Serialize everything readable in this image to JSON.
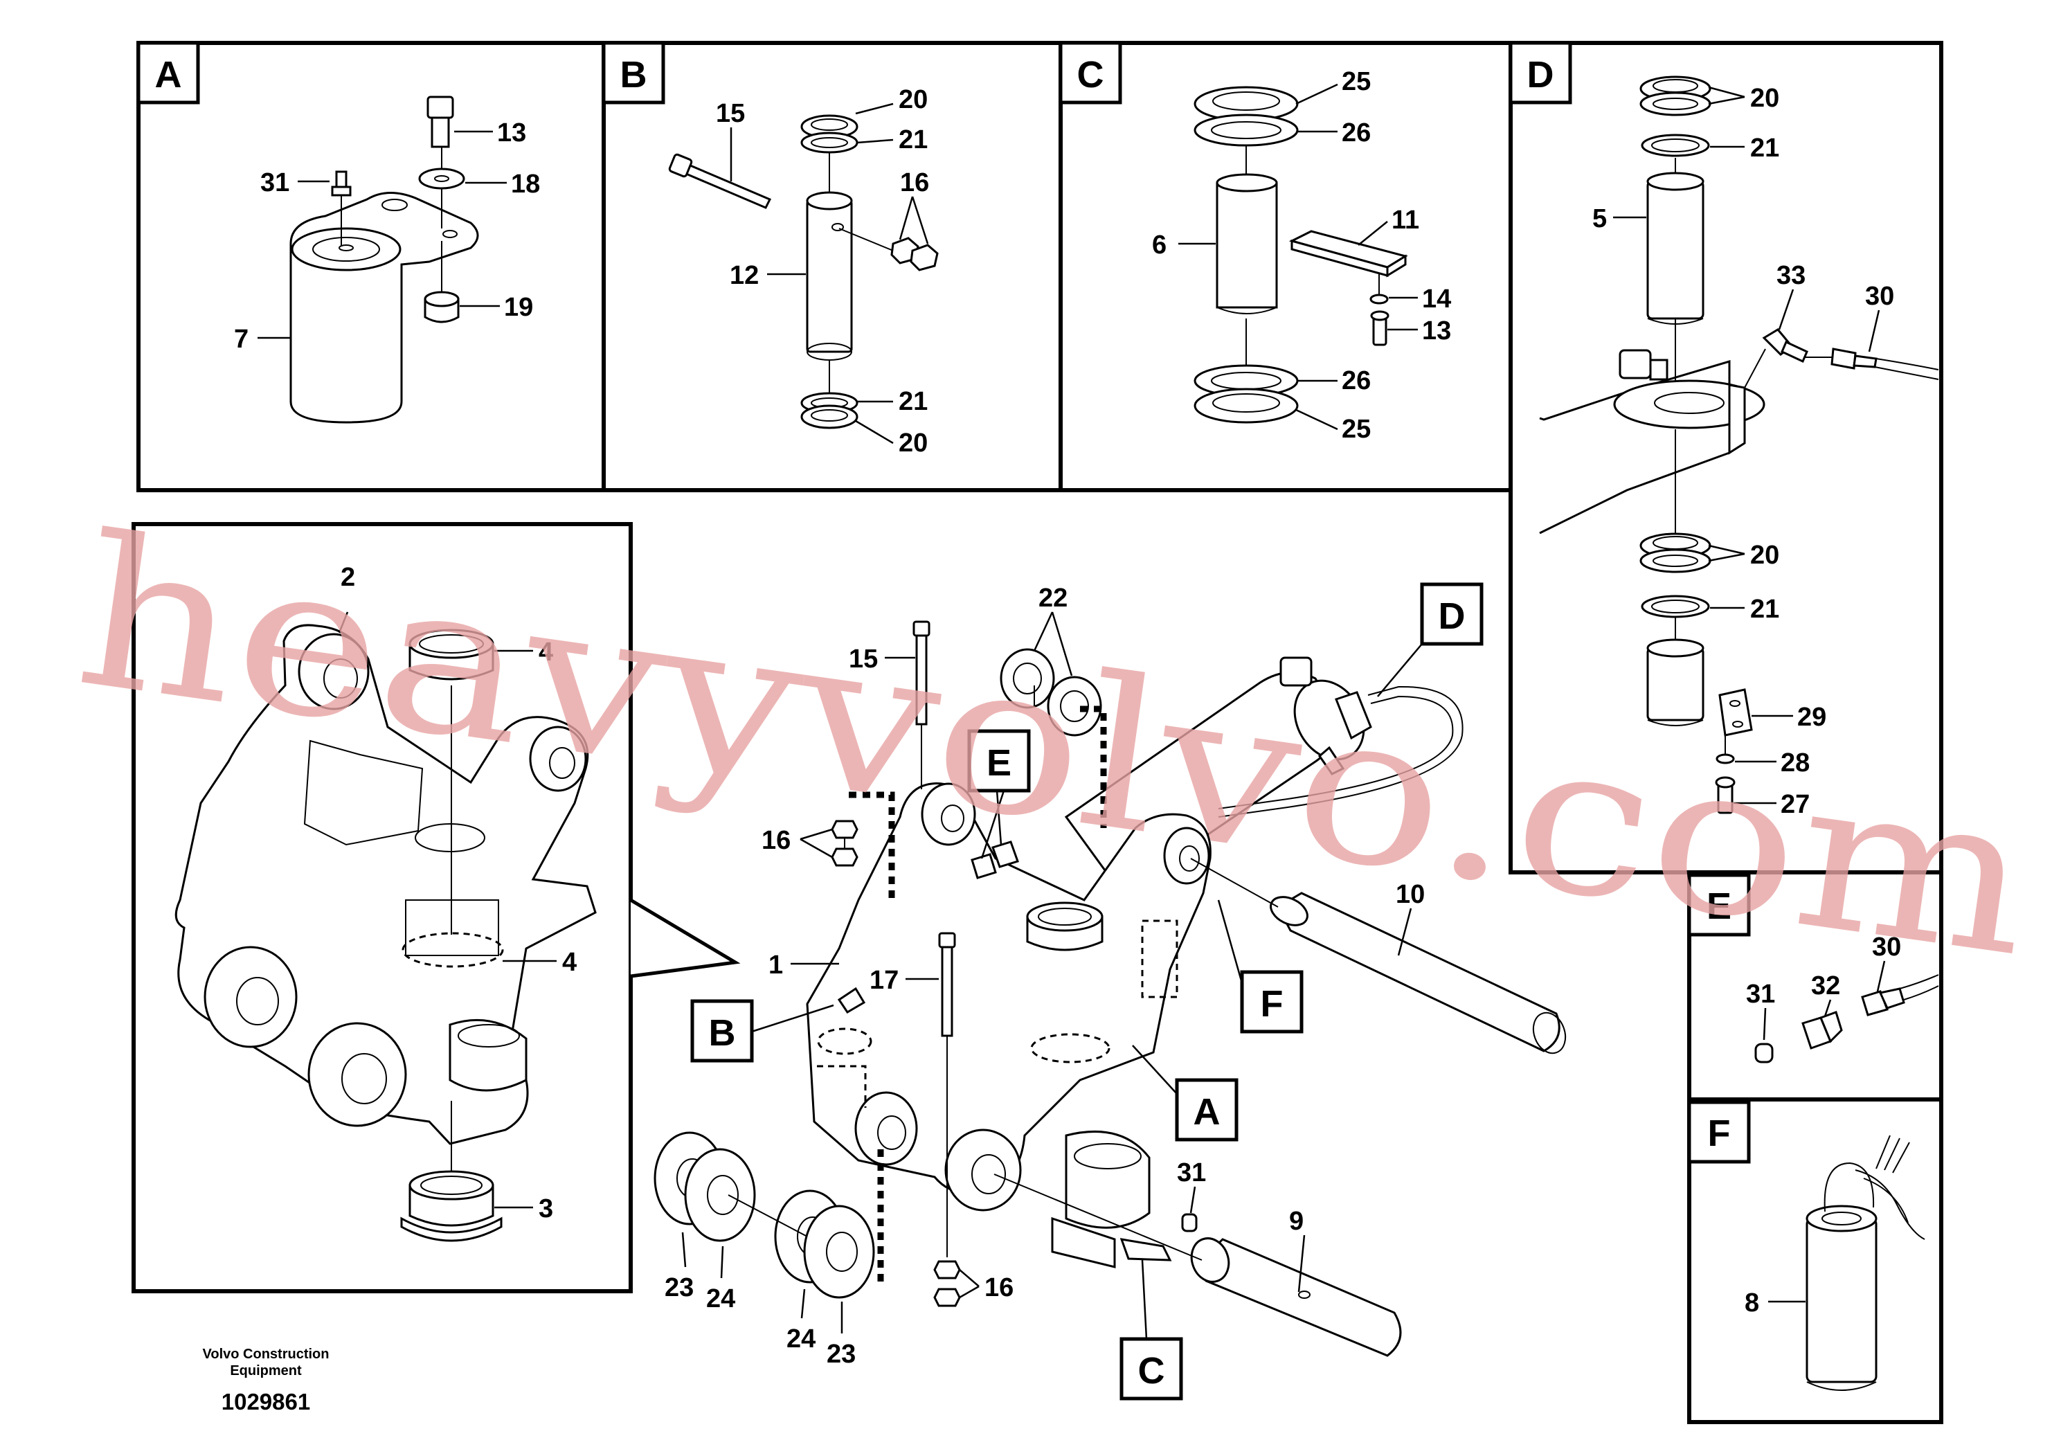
{
  "panels": {
    "A": {
      "caption": "A",
      "labels": [
        "13",
        "31",
        "18",
        "7",
        "19"
      ]
    },
    "B": {
      "caption": "B",
      "labels": [
        "15",
        "20",
        "21",
        "16",
        "12",
        "21",
        "20"
      ]
    },
    "C": {
      "caption": "C",
      "labels": [
        "25",
        "26",
        "6",
        "11",
        "14",
        "13",
        "26",
        "25"
      ]
    },
    "D": {
      "caption": "D",
      "labels": [
        "20",
        "21",
        "5",
        "33",
        "30",
        "20",
        "21",
        "29",
        "28",
        "27"
      ]
    },
    "E": {
      "caption": "E",
      "labels": [
        "32",
        "30",
        "31"
      ]
    },
    "F": {
      "caption": "F",
      "labels": [
        "8"
      ]
    },
    "detail": {
      "labels": [
        "2",
        "4",
        "4",
        "3"
      ]
    }
  },
  "main": {
    "callouts": [
      "D",
      "E",
      "F",
      "A",
      "B",
      "C"
    ],
    "labels": [
      "22",
      "15",
      "16",
      "1",
      "17",
      "10",
      "31",
      "9",
      "16",
      "23",
      "24",
      "24",
      "23"
    ]
  },
  "footer": {
    "company_line1": "Volvo Construction",
    "company_line2": "Equipment",
    "drawing_number": "1029861"
  },
  "watermark": "heavyvolvo.com",
  "colors": {
    "watermark": "#e8a3a3",
    "line": "#000000",
    "background": "#ffffff"
  }
}
